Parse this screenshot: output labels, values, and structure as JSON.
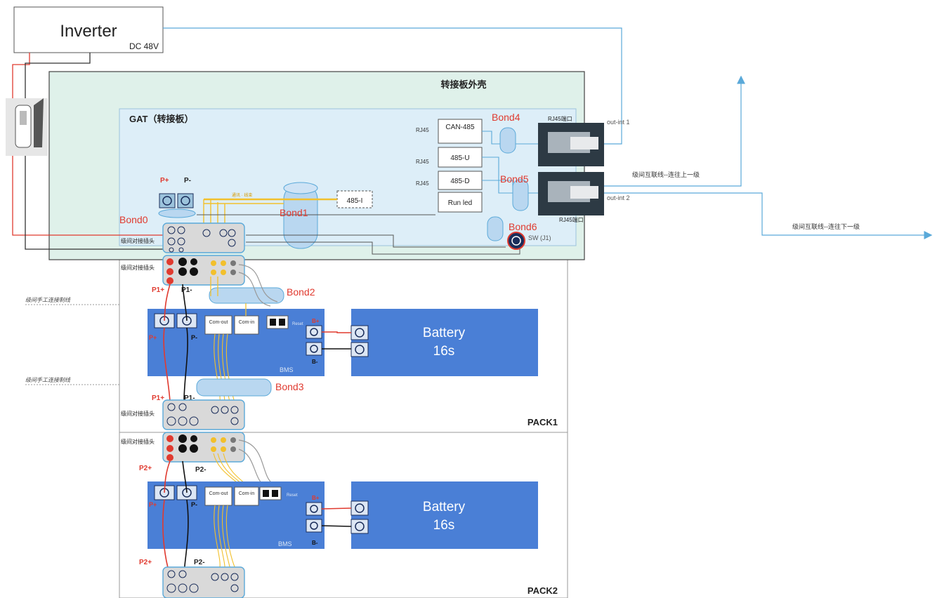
{
  "inverter": {
    "title": "Inverter",
    "voltage": "DC 48V"
  },
  "enclosure": {
    "title": "转接板外壳"
  },
  "gat": {
    "title": "GAT（转接板）",
    "ports": [
      {
        "rj": "RJ45",
        "label": "CAN-485"
      },
      {
        "rj": "RJ45",
        "label": "485-U"
      },
      {
        "rj": "RJ45",
        "label": "485-D"
      }
    ],
    "run_led": "Run led",
    "port_485i": "485-I",
    "p_plus": "P+",
    "p_minus": "P-",
    "sw": "SW (J1)",
    "wire_label": "通讯 · 线束"
  },
  "bonds": [
    "Bond0",
    "Bond1",
    "Bond2",
    "Bond3",
    "Bond4",
    "Bond5",
    "Bond6"
  ],
  "connectors": {
    "out1_top": "RJ45端口",
    "out1_label": "out-int 1",
    "out2_bottom": "RJ45端口",
    "out2_label": "out-int 2",
    "line_up": "级间互联线--连往上一级",
    "line_down": "级间互联线--连往下一级"
  },
  "harness": {
    "plug_label": "级间对接插头",
    "manual_label": "级间手工连接制线",
    "p1_plus": "P1+",
    "p1_minus": "P1-",
    "p2_plus": "P2+",
    "p2_minus": "P2-"
  },
  "bms": {
    "com_out": "Com-out",
    "com_in": "Com-in",
    "reset": "Reset",
    "b_plus": "B+",
    "b_minus": "B-",
    "label": "BMS",
    "p_plus": "P+",
    "p_minus": "P-"
  },
  "battery": {
    "label": "Battery",
    "cells": "16s"
  },
  "packs": [
    "PACK1",
    "PACK2"
  ],
  "colors": {
    "enclosure_fill": "#dff1ea",
    "gat_fill": "#ddeef8",
    "bms_fill": "#4a7fd6",
    "battery_fill": "#4a7fd6",
    "comm_line": "#5aa9d9",
    "pos_wire": "#e03a2f",
    "neg_wire": "#111111",
    "signal_wire": "#f2c02c",
    "bond_red": "#e03a2f",
    "connector_grey": "#d9d9d9"
  }
}
